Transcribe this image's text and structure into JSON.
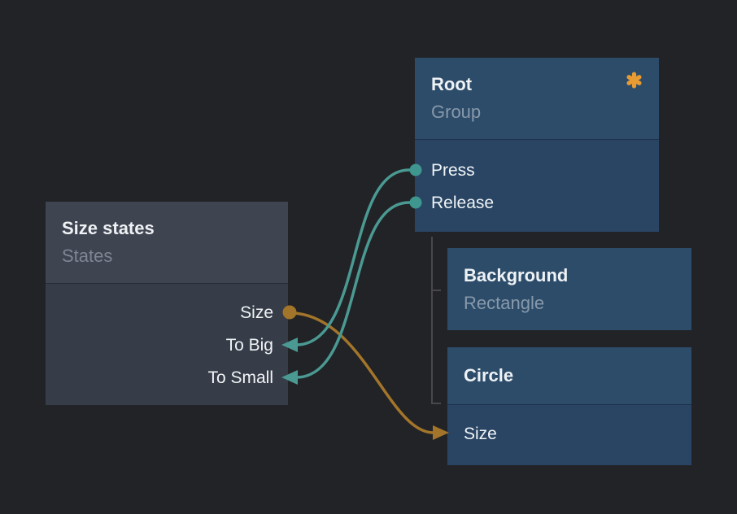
{
  "app": {
    "view": "node-flow-editor",
    "canvas_bg": "#222326"
  },
  "nodes": {
    "size_states": {
      "title": "Size states",
      "subtitle": "States",
      "ports": {
        "size": "Size",
        "to_big": "To Big",
        "to_small": "To Small"
      },
      "port_side": "right"
    },
    "root": {
      "title": "Root",
      "subtitle": "Group",
      "badge_icon": "asterisk-icon",
      "ports": {
        "press": "Press",
        "release": "Release"
      },
      "port_side": "left"
    },
    "background": {
      "title": "Background",
      "subtitle": "Rectangle"
    },
    "circle": {
      "title": "Circle",
      "ports": {
        "size": "Size"
      },
      "port_side": "left"
    }
  },
  "connections": [
    {
      "from": "Root / Press",
      "to": "Size states / To Big",
      "color": "#4a9a93"
    },
    {
      "from": "Root / Release",
      "to": "Size states / To Small",
      "color": "#4a9a93"
    },
    {
      "from": "Size states / Size",
      "to": "Circle / Size",
      "color": "#a3752a"
    }
  ],
  "hierarchy": {
    "parent": "Root",
    "children": [
      "Background",
      "Circle"
    ],
    "line_color": "#48484a"
  },
  "colors": {
    "node_blue_header": "#2d4c69",
    "node_blue_body": "#294563",
    "node_gray_header": "#3e4450",
    "node_gray_body": "#373d48",
    "teal": "#4a9a93",
    "orange": "#a3752a",
    "asterisk": "#e89b33",
    "title_text": "#eef2f5",
    "subtitle_blue": "#8799ab",
    "subtitle_gray": "#7e8694"
  }
}
